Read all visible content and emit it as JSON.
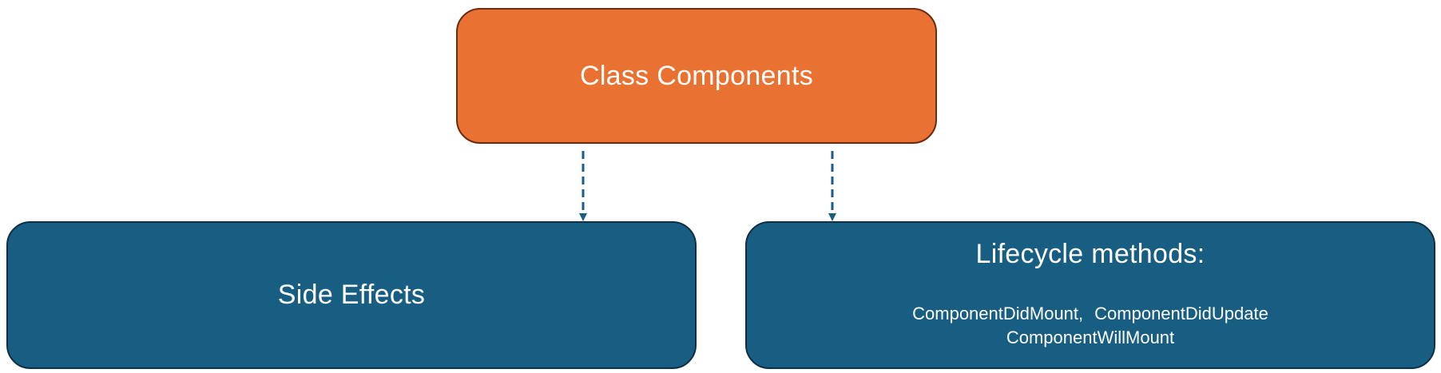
{
  "diagram": {
    "root": {
      "label": "Class Components",
      "color": "#e97132"
    },
    "children": [
      {
        "label": "Side Effects",
        "color": "#185e82"
      },
      {
        "label": "Lifecycle methods:",
        "color": "#185e82",
        "methods": [
          "ComponentDidMount,",
          "ComponentDidUpdate",
          "ComponentWillMount"
        ]
      }
    ],
    "connector": {
      "style": "dashed-arrow",
      "color": "#185e82"
    }
  }
}
